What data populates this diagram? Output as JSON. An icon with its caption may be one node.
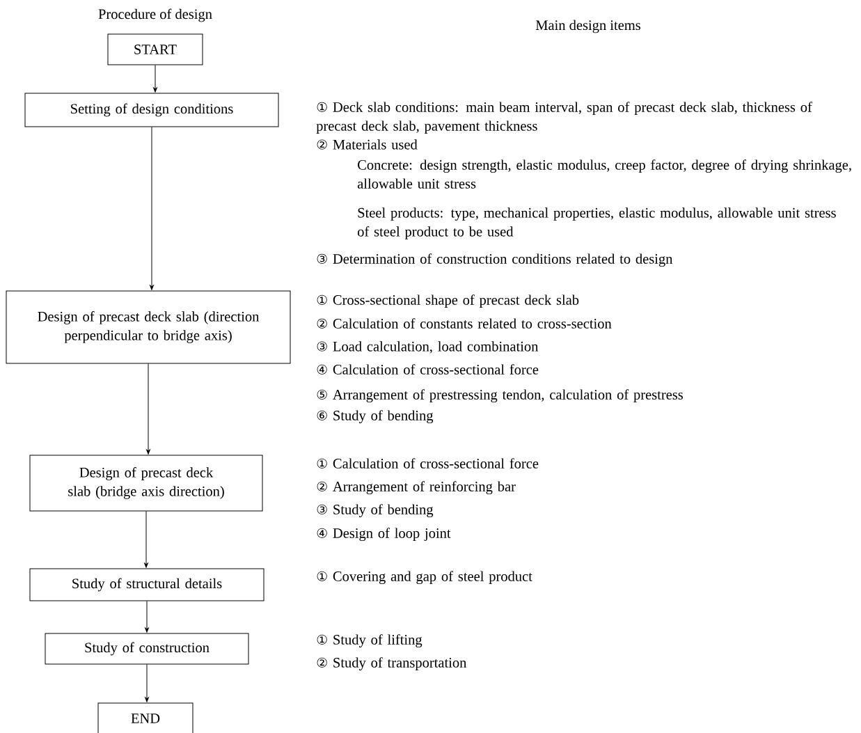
{
  "diagram": {
    "nodes": [
      {
        "text": [
          "START"
        ]
      },
      {
        "text": [
          "Setting of design conditions"
        ]
      },
      {
        "text": [
          "Design of precast deck slab (direction perpendicular to bridge axis)"
        ]
      },
      {
        "text": [
          "Design of precast deck slab (bridge axis direction)"
        ]
      },
      {
        "text": [
          "Study of structural details"
        ]
      },
      {
        "text": [
          "Study of construction"
        ]
      },
      {
        "text": [
          "END"
        ]
      }
    ],
    "edges": [
      {
        "from": 0,
        "to": 1,
        "arrow": "to"
      },
      {
        "from": 1,
        "to": 2,
        "arrow": "to"
      },
      {
        "from": 2,
        "to": 3,
        "arrow": "to"
      },
      {
        "from": 3,
        "to": 4,
        "arrow": "to"
      },
      {
        "from": 4,
        "to": 5,
        "arrow": "to"
      },
      {
        "from": 5,
        "to": 6,
        "arrow": "to"
      }
    ],
    "labels": [
      "Procedure of design",
      "Main design items",
      "① Deck slab conditions: main beam interval, span of precast deck slab, thickness of precast deck slab, pavement thickness",
      "② Materials used",
      "Concrete: design strength, elastic modulus, creep factor, degree of drying shrinkage, allowable unit stress",
      "Steel products: type, mechanical properties, elastic modulus, allowable unit stress of steel product to be used",
      "③ Determination of construction conditions related to design",
      "① Cross-sectional shape of precast deck slab",
      "② Calculation of constants related to cross-section",
      "③ Load calculation, load combination",
      "④ Calculation of cross-sectional force",
      "⑤ Arrangement of prestressing tendon, calculation of prestress",
      "⑥ Study of bending",
      "① Calculation of cross-sectional force",
      "② Arrangement of reinforcing bar",
      "③ Study of bending",
      "④ Design of loop joint",
      "① Covering and gap of steel product",
      "① Study of lifting",
      "② Study of transportation"
    ]
  }
}
